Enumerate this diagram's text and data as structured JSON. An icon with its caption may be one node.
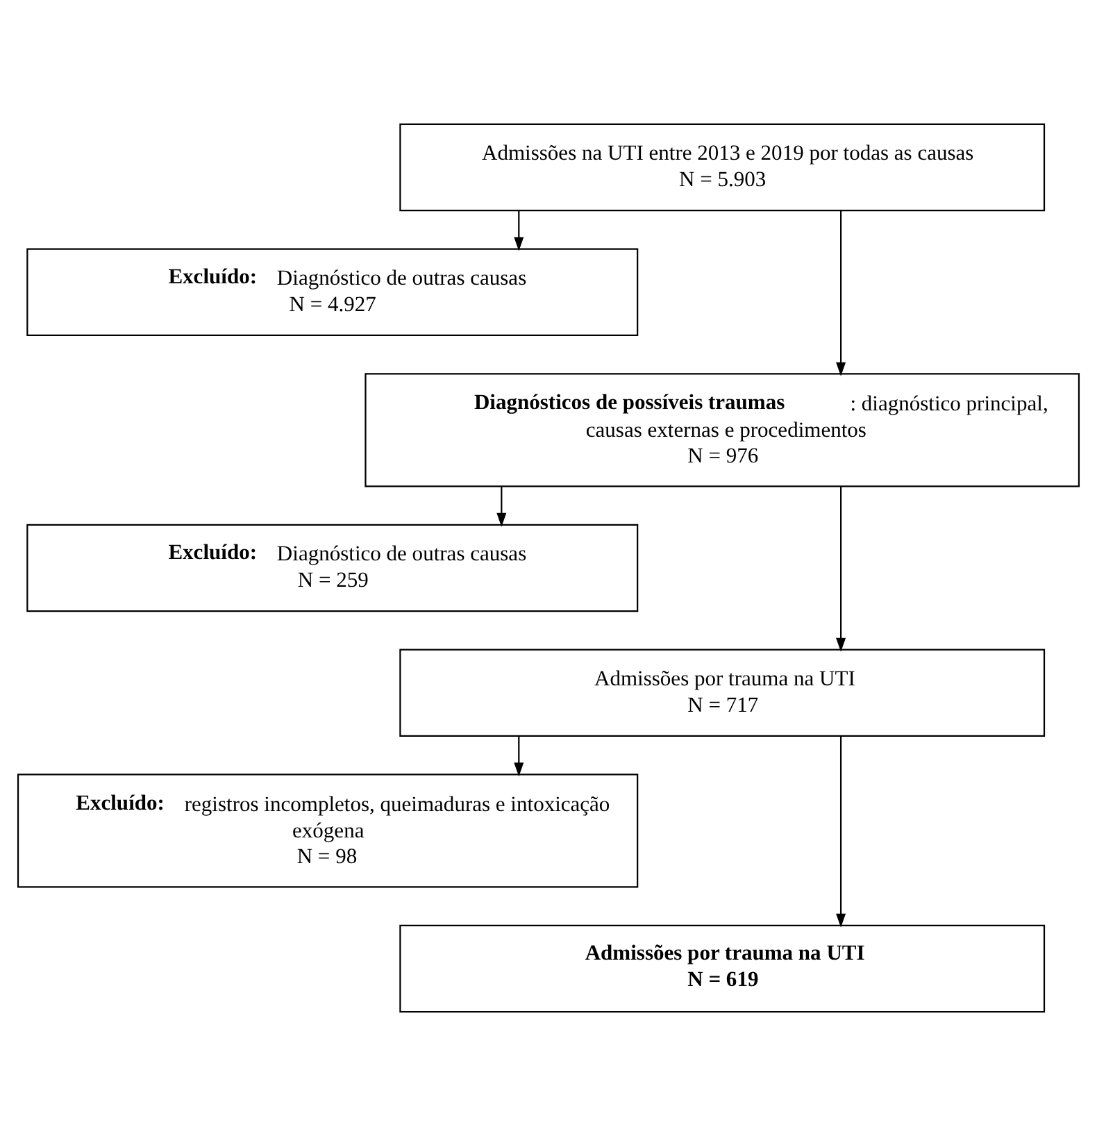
{
  "diagram": {
    "nodes": [
      {
        "text": [
          "Admissões na UTI entre 2013 e 2019 por todas as causas",
          "N = 5.903"
        ]
      },
      {
        "text": [
          "**Excluído:** Diagnóstico de outras causas",
          "N = 4.927"
        ]
      },
      {
        "text": [
          "**Diagnósticos de possíveis traumas**: diagnóstico principal, causas externas e procedimentos",
          "N = 976"
        ]
      },
      {
        "text": [
          "**Excluído:** Diagnóstico de outras causas",
          "N = 259"
        ]
      },
      {
        "text": [
          "Admissões por trauma na UTI",
          "N = 717"
        ]
      },
      {
        "text": [
          "**Excluído:** registros incompletos, queimaduras e intoxicação exógena",
          "N = 98"
        ]
      },
      {
        "text": [
          "Admissões por trauma na UTI",
          "N = 619"
        ]
      }
    ],
    "edges": [
      {
        "from": 0,
        "to": 2,
        "arrow": "to"
      },
      {
        "from": 0,
        "to": 1,
        "arrow": "to"
      },
      {
        "from": 2,
        "to": 4,
        "arrow": "to"
      },
      {
        "from": 2,
        "to": 3,
        "arrow": "to"
      },
      {
        "from": 4,
        "to": 6,
        "arrow": "to"
      },
      {
        "from": 4,
        "to": 5,
        "arrow": "to"
      }
    ]
  }
}
